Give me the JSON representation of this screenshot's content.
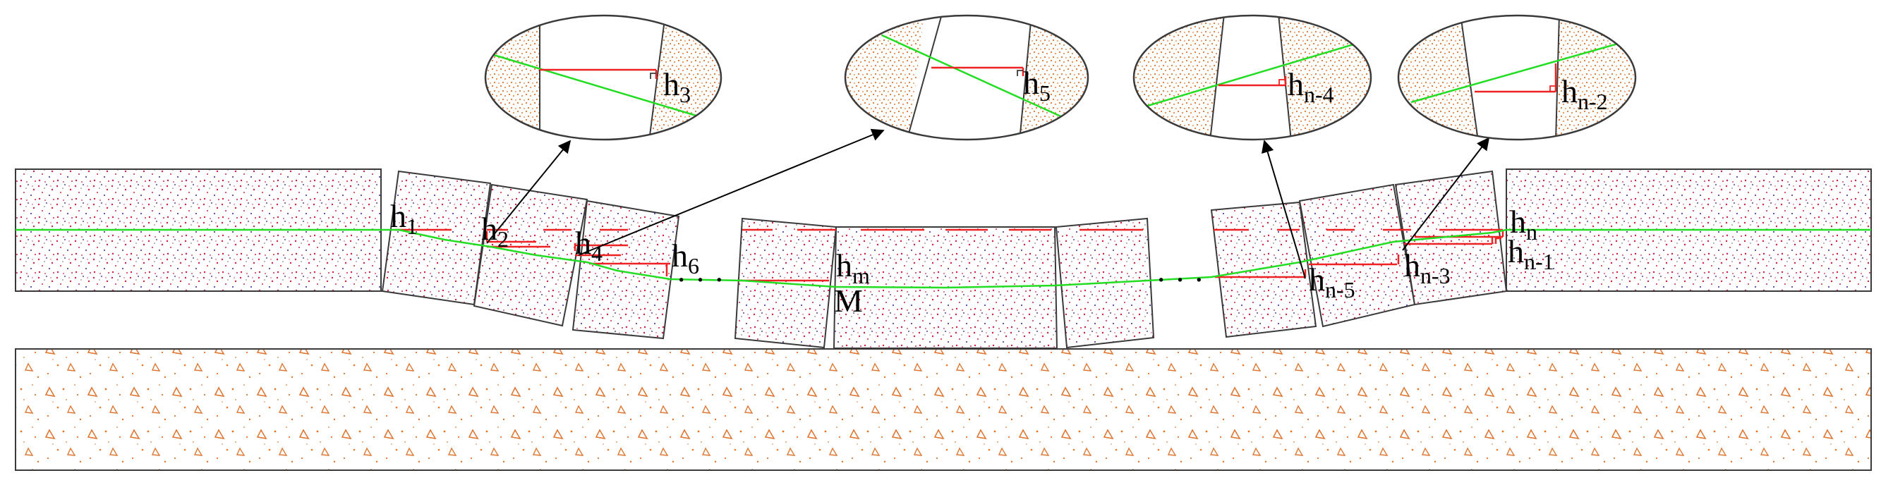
{
  "labels": {
    "h1": {
      "base": "h",
      "sub": "1"
    },
    "h2": {
      "base": "h",
      "sub": "2"
    },
    "h3": {
      "base": "h",
      "sub": "3"
    },
    "h4": {
      "base": "h",
      "sub": "4"
    },
    "h5": {
      "base": "h",
      "sub": "5"
    },
    "h6": {
      "base": "h",
      "sub": "6"
    },
    "hm": {
      "base": "h",
      "sub": "m"
    },
    "M": "M",
    "hn5": {
      "base": "h",
      "sub": "n-5"
    },
    "hn4": {
      "base": "h",
      "sub": "n-4"
    },
    "hn3": {
      "base": "h",
      "sub": "n-3"
    },
    "hn2": {
      "base": "h",
      "sub": "n-2"
    },
    "hn1": {
      "base": "h",
      "sub": "n-1"
    },
    "hn": {
      "base": "h",
      "sub": "n"
    },
    "dots_left": "· · ·",
    "dots_right": "· · ·"
  },
  "colors": {
    "outline": "#3a3a3a",
    "centerline": "#22dd22",
    "height_marks": "#ee2222",
    "rock_dots": "#cc2244",
    "rock_dots_dark": "#5544aa",
    "soil_texture": "#dd7733"
  },
  "icons": {
    "magnifier": "ellipse-zoom-icon",
    "pointer": "arrow-icon"
  }
}
